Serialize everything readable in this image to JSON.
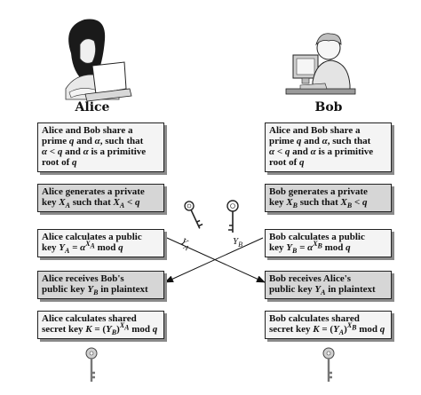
{
  "alice": {
    "name": "Alice"
  },
  "bob": {
    "name": "Bob"
  },
  "key_labels": {
    "ya": "Y",
    "ya_sub": "A",
    "yb": "Y",
    "yb_sub": "B"
  },
  "steps": {
    "alice_share": [
      "Alice and Bob share a",
      "prime",
      "q",
      "and",
      "α",
      ", such that",
      "α < q",
      "and",
      "α",
      "is a primitive",
      "root of",
      "q"
    ],
    "alice_private": [
      "Alice generates a private",
      "key",
      "X",
      "A",
      "such that",
      "X",
      "A",
      "< q"
    ],
    "alice_public": [
      "Alice calculates a public",
      "key",
      "Y",
      "A",
      "= α",
      "X",
      "A",
      "mod",
      "q"
    ],
    "alice_receives": [
      "Alice receives Bob's",
      "public key",
      "Y",
      "B",
      "in plaintext"
    ],
    "alice_secret": [
      "Alice calculates shared",
      "secret key",
      "K",
      "= (",
      "Y",
      "B",
      ")",
      "X",
      "A",
      "mod",
      "q"
    ],
    "bob_share": [
      "Alice and Bob share a",
      "prime",
      "q",
      "and",
      "α",
      ", such that",
      "α < q",
      "and",
      "α",
      "is a primitive",
      "root of",
      "q"
    ],
    "bob_private": [
      "Bob generates a private",
      "key",
      "X",
      "B",
      "such that",
      "X",
      "B",
      "< q"
    ],
    "bob_public": [
      "Bob calculates a public",
      "key",
      "Y",
      "B",
      "= α",
      "X",
      "B",
      "mod",
      "q"
    ],
    "bob_receives": [
      "Bob receives Alice's",
      "public key",
      "Y",
      "A",
      "in plaintext"
    ],
    "bob_secret": [
      "Bob calculates shared",
      "secret key",
      "K",
      "= (",
      "Y",
      "A",
      ")",
      "X",
      "B",
      "mod",
      "q"
    ]
  }
}
